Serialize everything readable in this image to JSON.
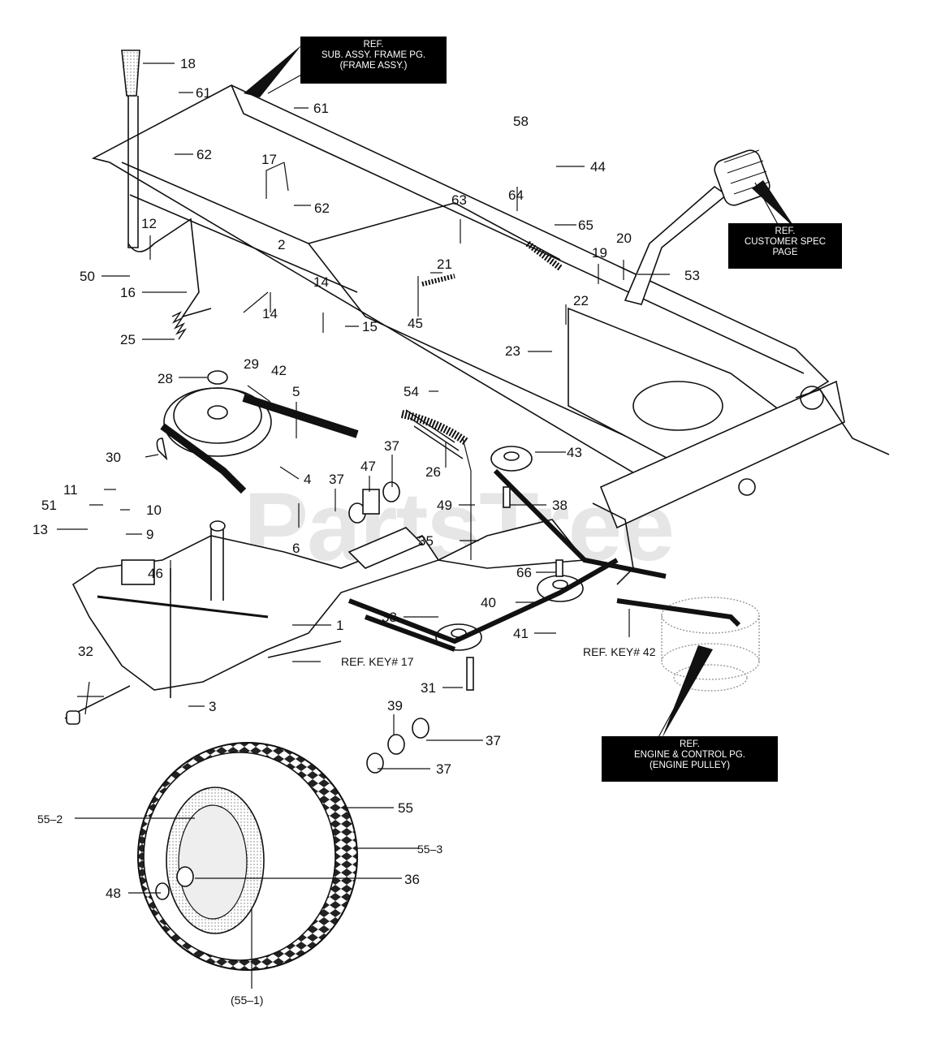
{
  "watermark": "PartsTree",
  "ref_boxes": {
    "frame": [
      "REF.",
      "SUB. ASSY. FRAME PG.",
      "(FRAME ASSY.)"
    ],
    "customer": [
      "REF.",
      "CUSTOMER SPEC",
      "PAGE"
    ],
    "engine": [
      "REF.",
      "ENGINE & CONTROL PG.",
      "(ENGINE PULLEY)"
    ]
  },
  "ref_texts": {
    "key17": "REF. KEY# 17",
    "key42": "REF. KEY# 42"
  },
  "callouts": [
    "18",
    "61",
    "61",
    "62",
    "62",
    "17",
    "17",
    "58",
    "44",
    "63",
    "64",
    "65",
    "19",
    "20",
    "53",
    "12",
    "2",
    "50",
    "16",
    "21",
    "22",
    "14",
    "14",
    "15",
    "45",
    "25",
    "23",
    "29",
    "42",
    "5",
    "28",
    "54",
    "43",
    "30",
    "26",
    "37",
    "11",
    "47",
    "4",
    "51",
    "10",
    "37",
    "38",
    "49",
    "13",
    "9",
    "6",
    "35",
    "66",
    "46",
    "40",
    "1",
    "41",
    "33",
    "32",
    "31",
    "3",
    "39",
    "37",
    "37",
    "55",
    "55–2",
    "55–3",
    "48",
    "36",
    "(55–1)"
  ]
}
